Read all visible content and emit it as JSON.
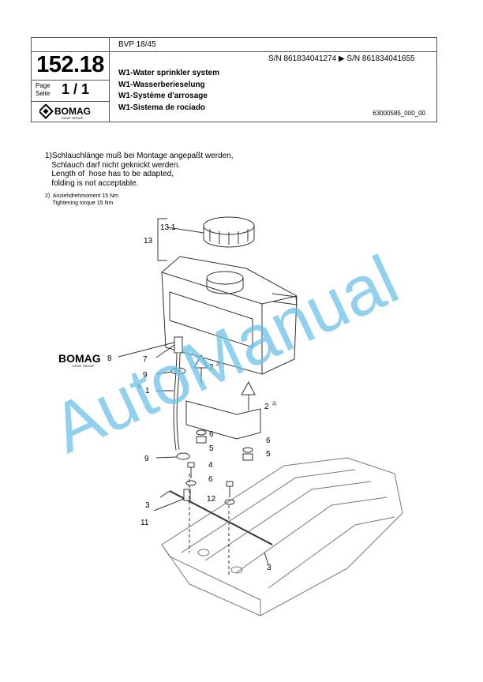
{
  "header": {
    "model": "BVP 18/45",
    "page_number": "152.18",
    "page_label": "Page",
    "seite_label": "Seite",
    "page_of": "1 / 1",
    "brand": "BOMAG",
    "brand_sub": "FAYAT GROUP",
    "serial_range": "S/N 861834041274  ▶  S/N 861834041655",
    "titles": [
      "W1-Water sprinkler system",
      "W1-Wasserberieselung",
      "W1-Système d'arrosage",
      "W1-Sistema de rociado"
    ],
    "doc_number": "63000585_000_00"
  },
  "notes": {
    "note1_lines": [
      "1)Schlauchlänge muß bei Montage angepaßt werden,",
      "   Schlauch darf nicht geknickt werden.",
      "   Length of  hose has to be adapted,",
      "   folding is not acceptable."
    ],
    "note2_lines": [
      "2)  Anziehdrehmoment 15 Nm",
      "     Tightening torque 15 Nm"
    ]
  },
  "diagram": {
    "decal_brand": "BOMAG",
    "decal_sub": "FAYAT GROUP",
    "callouts": [
      "13.1",
      "13",
      "8",
      "7",
      "2",
      "2)",
      "9",
      "1)",
      "1",
      "2",
      "2)",
      "6",
      "5",
      "6",
      "5",
      "9",
      "4",
      "6",
      "3",
      "12",
      "11",
      "3"
    ]
  },
  "watermark": "AutoManual"
}
